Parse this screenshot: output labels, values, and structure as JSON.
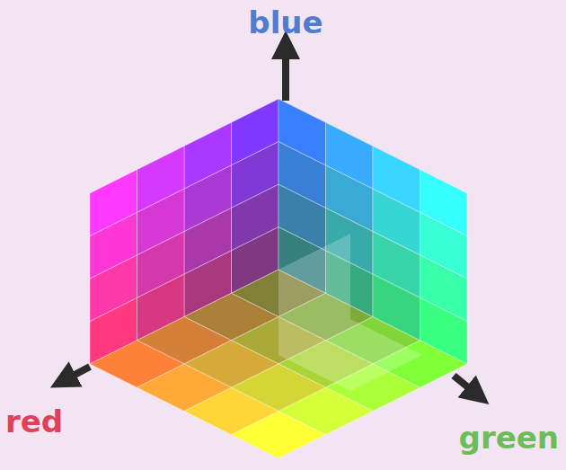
{
  "diagram": {
    "labels": [
      "blue",
      "red",
      "green"
    ]
  }
}
